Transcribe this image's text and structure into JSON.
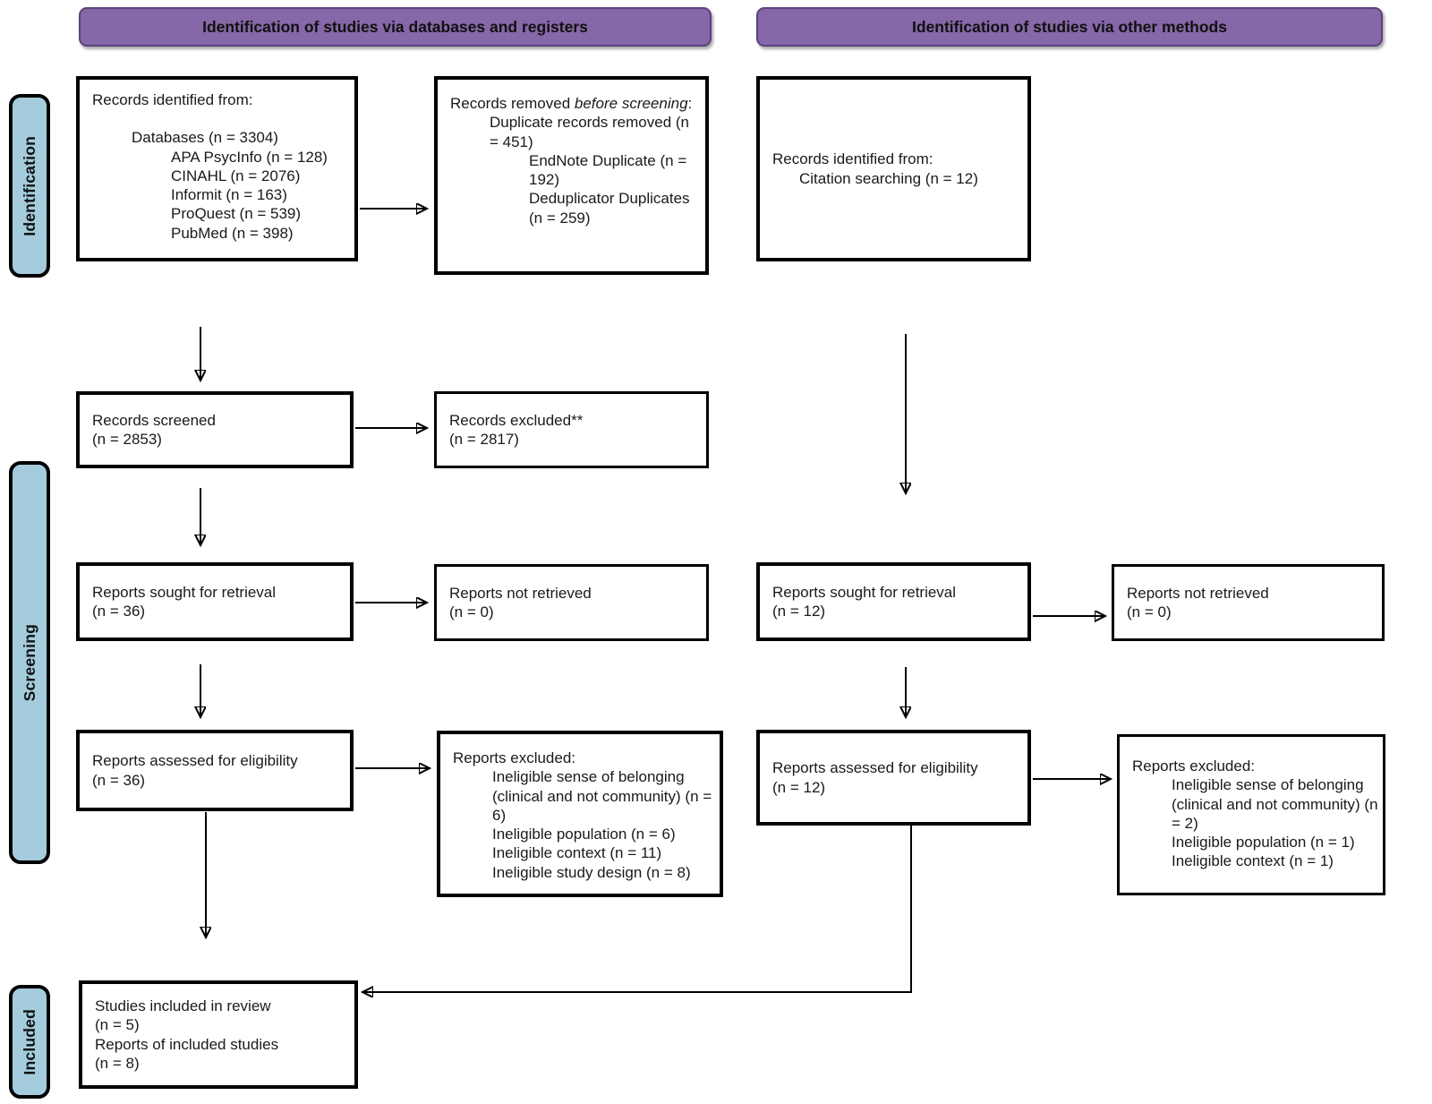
{
  "headers": {
    "databases": "Identification of studies via databases and registers",
    "other": "Identification of studies via other methods"
  },
  "sidebar": {
    "identification": "Identification",
    "screening": "Screening",
    "included": "Included"
  },
  "colors": {
    "header_fill": "#8667A8",
    "header_border": "#5b437c",
    "stage_fill": "#A4CCDD",
    "box_border": "#000000"
  },
  "boxes": {
    "records_identified_db": {
      "intro": "Records identified from:",
      "group": "Databases (n = 3304)",
      "items": [
        "APA PsycInfo (n = 128)",
        "CINAHL (n = 2076)",
        "Informit (n = 163)",
        "ProQuest (n = 539)",
        "PubMed (n = 398)"
      ]
    },
    "records_removed": {
      "title_prefix": "Records removed ",
      "title_italic": "before screening",
      "title_suffix": ":",
      "group": "Duplicate records removed (n = 451)",
      "items": [
        "EndNote Duplicate (n = 192)",
        "Deduplicator Duplicates (n = 259)"
      ]
    },
    "records_identified_other": {
      "intro": "Records identified from:",
      "item": "Citation searching (n = 12)"
    },
    "records_screened": {
      "line1": "Records screened",
      "line2": "(n = 2853)"
    },
    "records_excluded": {
      "line1": "Records excluded**",
      "line2": "(n = 2817)"
    },
    "reports_sought_db": {
      "line1": "Reports sought for retrieval",
      "line2": "(n = 36)"
    },
    "reports_not_retrieved_db": {
      "line1": "Reports not retrieved",
      "line2": "(n = 0)"
    },
    "reports_sought_other": {
      "line1": "Reports sought for retrieval",
      "line2": "(n = 12)"
    },
    "reports_not_retrieved_other": {
      "line1": "Reports not retrieved",
      "line2": "(n = 0)"
    },
    "reports_assessed_db": {
      "line1": "Reports assessed for eligibility",
      "line2": "(n = 36)"
    },
    "reports_excluded_db": {
      "title": "Reports excluded:",
      "items": [
        "Ineligible sense of belonging (clinical and not community) (n = 6)",
        "Ineligible population (n = 6)",
        "Ineligible context (n = 11)",
        "Ineligible study design (n = 8)"
      ]
    },
    "reports_assessed_other": {
      "line1": "Reports assessed for eligibility",
      "line2": "(n = 12)"
    },
    "reports_excluded_other": {
      "title": "Reports excluded:",
      "items": [
        "Ineligible sense of belonging (clinical and not community) (n = 2)",
        "Ineligible population (n = 1)",
        "Ineligible context (n = 1)"
      ]
    },
    "studies_included": {
      "line1": "Studies included in review",
      "line2": "(n = 5)",
      "line3": "Reports of included studies",
      "line4": "(n = 8)"
    }
  }
}
